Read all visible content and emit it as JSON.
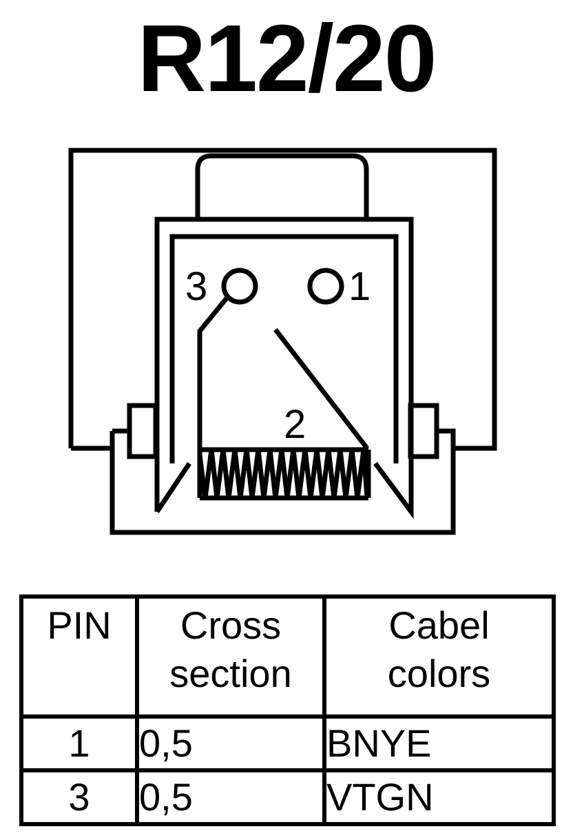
{
  "title": "R12/20",
  "pins_diagram": {
    "pin_labels": [
      "3",
      "1",
      "2"
    ]
  },
  "table": {
    "headers": {
      "pin": "PIN",
      "cross_section": [
        "Cross",
        "section"
      ],
      "cable_colors": [
        "Cabel",
        "colors"
      ]
    },
    "rows": [
      {
        "pin": "1",
        "cross_section": "0,5",
        "color": "BNYE"
      },
      {
        "pin": "3",
        "cross_section": "0,5",
        "color": "VTGN"
      }
    ]
  }
}
